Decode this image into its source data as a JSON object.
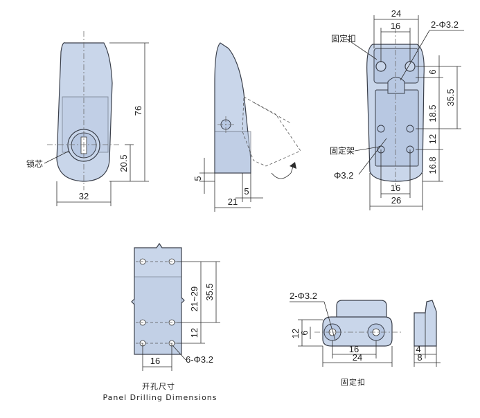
{
  "front_view": {
    "dims": {
      "width": "32",
      "height": "76",
      "core_height": "20.5"
    },
    "labels": {
      "lock_core": "锁芯"
    }
  },
  "side_view": {
    "dims": {
      "top_offset": "5",
      "tip": "5",
      "length": "21"
    }
  },
  "top_right_view": {
    "dims": {
      "top_width": "24",
      "top_hole_span": "16",
      "hole_spec_top": "2-Φ3.2",
      "v_6": "6",
      "v_35_5": "35.5",
      "v_18_5": "18.5",
      "v_12": "12",
      "v_16_8": "16.8",
      "bottom_hole_span": "16",
      "bottom_width": "26",
      "hole_spec_bottom": "Φ3.2"
    },
    "labels": {
      "fixed_buckle": "固定扣",
      "fixed_bracket": "固定架"
    }
  },
  "panel_drilling": {
    "dims": {
      "v_35_5": "35.5",
      "v_21_29": "21~29",
      "v_12": "12",
      "h_16": "16",
      "holes": "6-Φ3.2"
    },
    "caption_cn": "开孔尺寸",
    "caption_en": "Panel Drilling Dimensions"
  },
  "buckle_view": {
    "dims": {
      "hole_spec": "2-Φ3.2",
      "h_12": "12",
      "h_6": "6",
      "span_16": "16",
      "span_24": "24",
      "side_4": "4",
      "side_8": "8"
    },
    "caption": "固定扣"
  }
}
